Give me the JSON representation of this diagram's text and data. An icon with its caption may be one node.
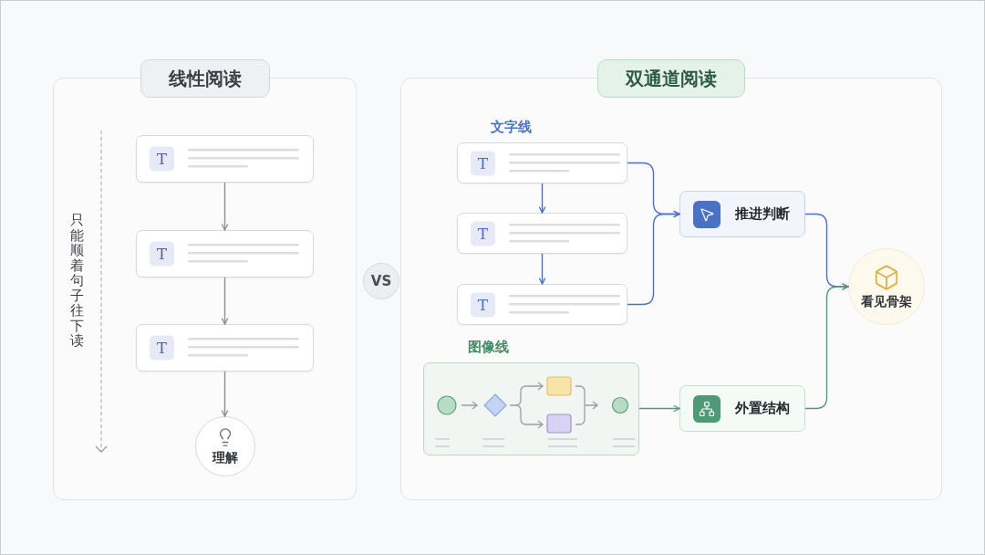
{
  "diagram": {
    "nodes": [
      {
        "text": [
          "线性阅读"
        ]
      },
      {
        "text": [
          "T"
        ],
        "in": 0
      },
      {
        "text": [
          "T"
        ],
        "in": 0
      },
      {
        "text": [
          "T"
        ],
        "in": 0
      },
      {
        "text": [
          "理解"
        ],
        "in": 0
      },
      {
        "text": [
          "VS"
        ]
      },
      {
        "text": [
          "双通道阅读"
        ]
      },
      {
        "text": [
          "T"
        ],
        "in": 6,
        "beside": [
          "文字线"
        ]
      },
      {
        "text": [
          "T"
        ],
        "in": 6
      },
      {
        "text": [
          "T"
        ],
        "in": 6
      },
      {
        "text": [
          "推进判断"
        ],
        "in": 6
      },
      {
        "text": [
          "看见骨架"
        ],
        "in": 6
      },
      {
        "text": [],
        "shape": "picture",
        "in": 6,
        "beside": [
          "图像线"
        ]
      },
      {
        "text": [
          "外置结构"
        ],
        "in": 6
      }
    ],
    "edges": [
      {
        "from": 1,
        "to": 2,
        "arrow": "to",
        "color": "#8a8f98"
      },
      {
        "from": 2,
        "to": 3,
        "arrow": "to",
        "color": "#8a8f98"
      },
      {
        "from": 3,
        "to": 4,
        "arrow": "to",
        "color": "#8a8f98"
      },
      {
        "from": 7,
        "to": 8,
        "arrow": "to"
      },
      {
        "from": 8,
        "to": 9,
        "arrow": "to"
      },
      {
        "from": 7,
        "to": 10,
        "arrow": "to"
      },
      {
        "from": 9,
        "to": 10,
        "arrow": "to"
      },
      {
        "from": 10,
        "to": 11,
        "arrow": "to"
      },
      {
        "from": 12,
        "to": 13,
        "arrow": "to",
        "color": "#4f9a76"
      },
      {
        "from": 13,
        "to": 11,
        "arrow": "to",
        "color": "#4f9a76"
      }
    ],
    "labels": [
      "只能顺着句子往下读"
    ]
  }
}
